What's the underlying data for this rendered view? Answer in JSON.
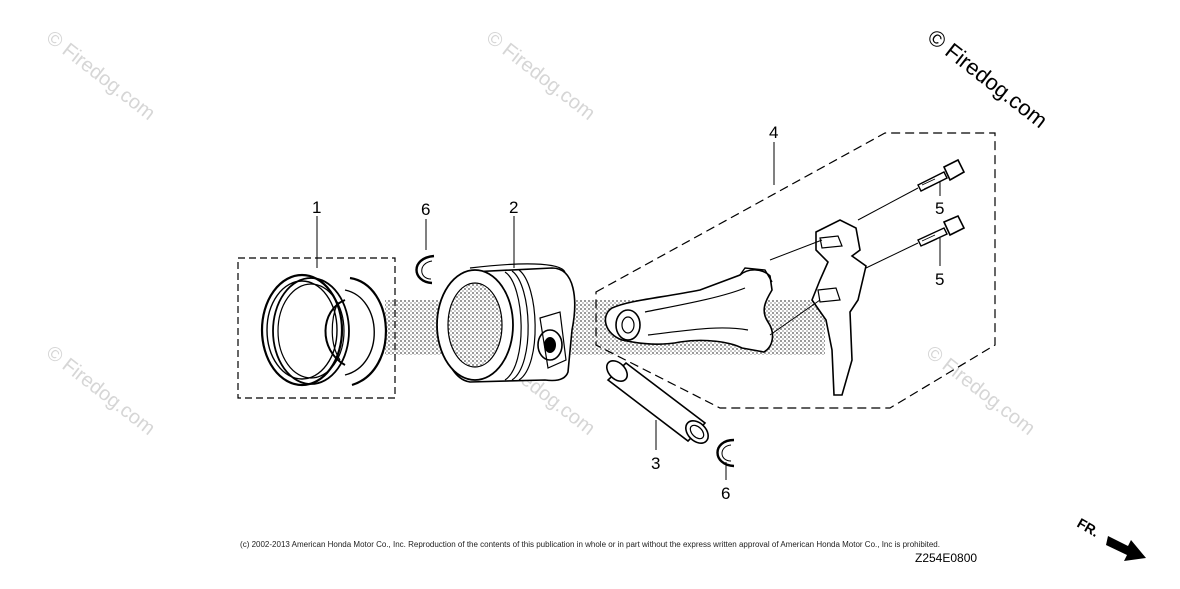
{
  "diagram": {
    "callouts": {
      "piston_ring_set": "1",
      "piston": "2",
      "piston_pin": "3",
      "connecting_rod_assembly": "4",
      "rod_bolt_upper": "5",
      "rod_bolt_lower": "5",
      "pin_clip_upper": "6",
      "pin_clip_lower": "6"
    },
    "watermark": "© Firedog.com",
    "copyright": "(c) 2002-2013 American Honda Motor Co., Inc. Reproduction of the contents of this publication in whole or in part without the express written approval of American Honda Motor Co., Inc is prohibited.",
    "diagram_code": "Z254E0800",
    "front_label": "FR."
  }
}
